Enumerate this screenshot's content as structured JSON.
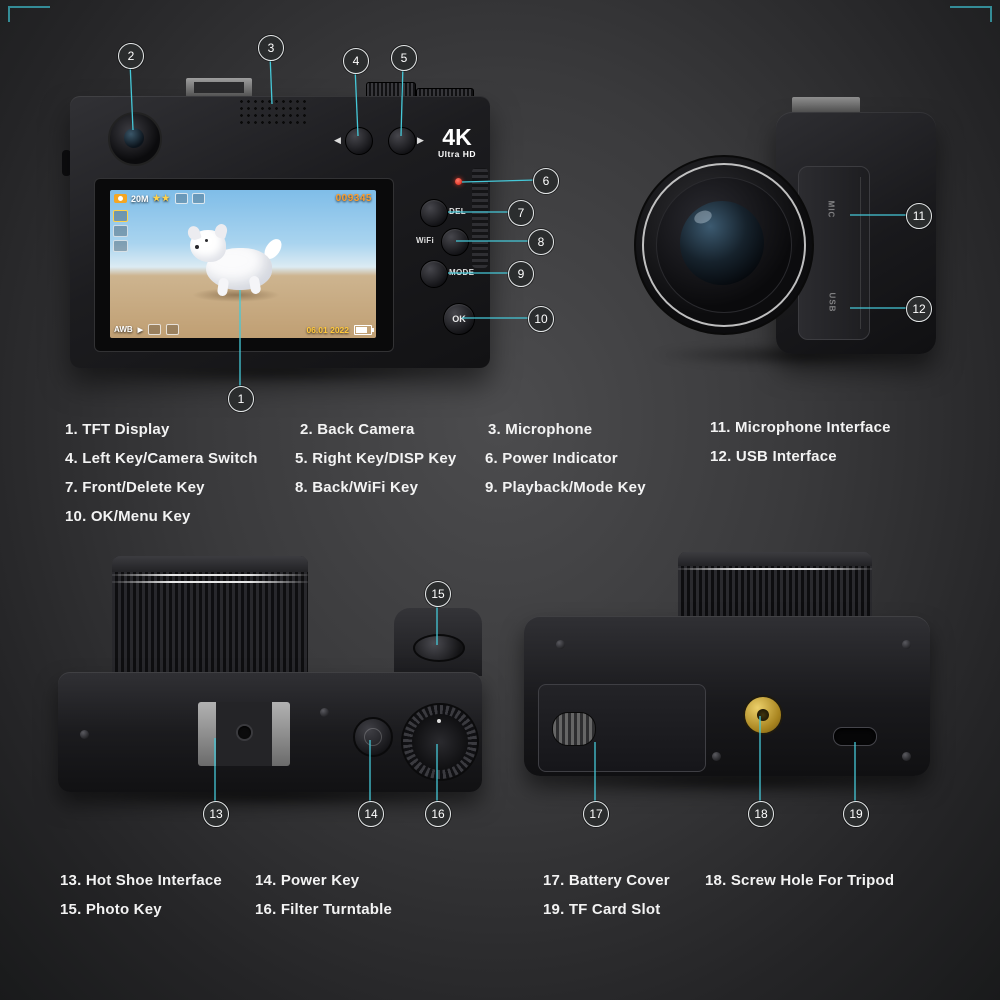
{
  "accent_line_color": "#45c8d8",
  "callouts": [
    "1",
    "2",
    "3",
    "4",
    "5",
    "6",
    "7",
    "8",
    "9",
    "10",
    "11",
    "12",
    "13",
    "14",
    "15",
    "16",
    "17",
    "18",
    "19"
  ],
  "camera_back": {
    "logo_4k": "4K",
    "logo_uhd": "Ultra HD",
    "btn_del": "DEL",
    "btn_wifi": "WiFi",
    "btn_mode": "MODE",
    "btn_ok": "OK",
    "left_arrow": "◀",
    "right_arrow": "▶",
    "screen": {
      "mp": "20M",
      "stars": "★★",
      "counter": "009345",
      "awb": "AWB",
      "play": "▶",
      "date": "06.01 2022"
    }
  },
  "camera_side": {
    "mic_label": "MIC",
    "usb_label": "USB"
  },
  "legend_top": [
    "1. TFT Display",
    "2. Back Camera",
    "3. Microphone",
    "11. Microphone Interface",
    "4. Left Key/Camera Switch",
    "5. Right Key/DISP Key",
    "6. Power Indicator",
    "12. USB Interface",
    "7. Front/Delete Key",
    "8. Back/WiFi Key",
    "9. Playback/Mode Key",
    "10. OK/Menu Key"
  ],
  "legend_bottom": [
    "13. Hot Shoe Interface",
    "14. Power Key",
    "17. Battery Cover",
    "18. Screw Hole For Tripod",
    "15. Photo Key",
    "16. Filter Turntable",
    "19. TF Card Slot"
  ]
}
